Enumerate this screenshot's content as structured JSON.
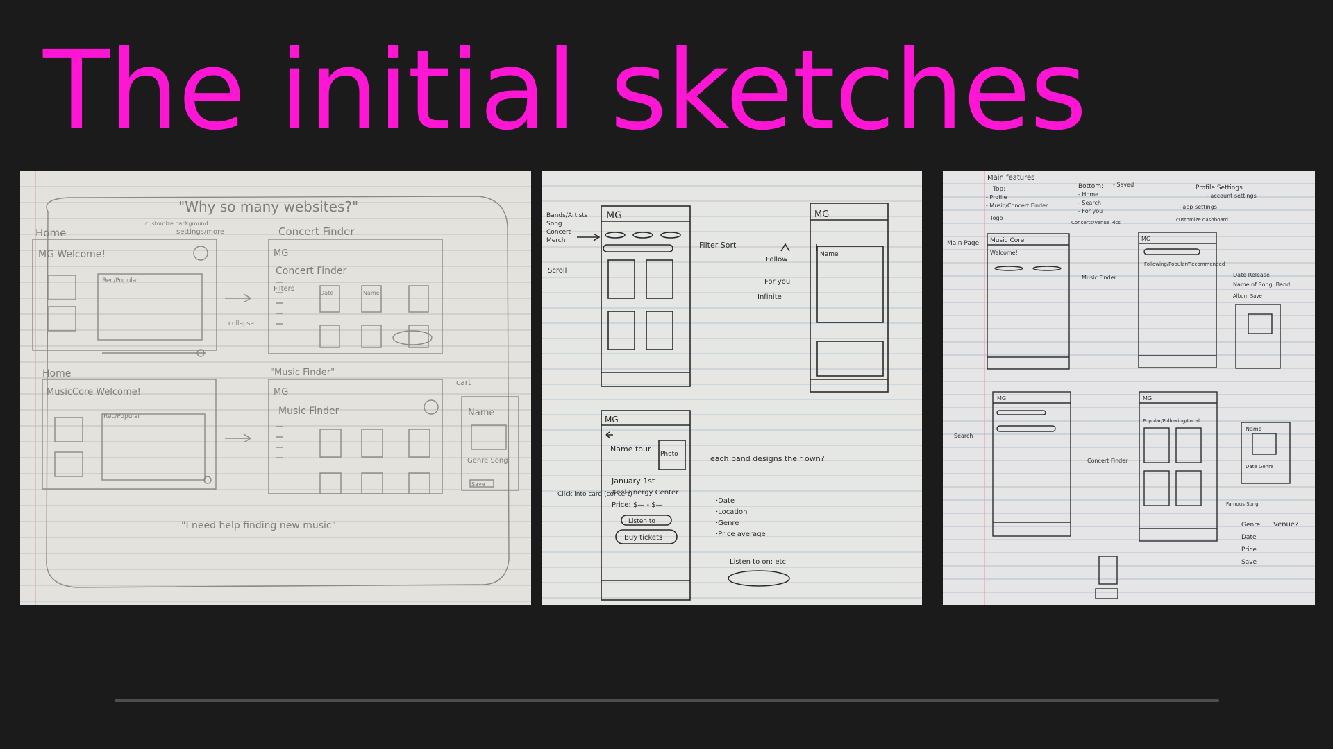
{
  "slide": {
    "title": "The initial sketches",
    "title_color": "#ff16d4",
    "background": "#1b1b1c"
  },
  "sketches": [
    {
      "labels": {
        "quote_top": "\"Why so many websites?\"",
        "custom": "customize background",
        "settings": "settings/more",
        "home_1": "Home",
        "concert_finder": "Concert Finder",
        "mg_welcome": "MG Welcome!",
        "search_bar": "Rec/Popular",
        "mg_1": "MG",
        "concert_finder_inner": "Concert Finder",
        "filters": "Filters",
        "collapse": "collapse",
        "venue": "Date",
        "name": "Name",
        "home_2": "Home",
        "music_finder_quote": "\"Music Finder\"",
        "musiccore_welcome": "MusicCore Welcome!",
        "search_bar_2": "Rec/Popular",
        "mg_2": "MG",
        "music_finder_inner": "Music Finder",
        "cart": "cart",
        "name_card": "Name",
        "genre_song": "Genre Song",
        "save": "Save",
        "quote_bottom": "\"I need help finding new music\""
      }
    },
    {
      "labels": {
        "bands": "Bands/Artists",
        "song": "Song",
        "concert": "Concert",
        "merch": "Merch",
        "mg_top": "MG",
        "filter_sort": "Filter Sort",
        "scroll": "Scroll",
        "follow": "Follow",
        "for_you": "For you",
        "infinite": "Infinite",
        "mg_right": "MG",
        "name_right": "Name",
        "mg_bottom": "MG",
        "name_tour": "Name tour",
        "photo": "Photo",
        "date_line": "January 1st",
        "venue_line": "Xcel Energy Center",
        "price_line": "Price: $— - $—",
        "listen_btn": "Listen to",
        "buy_btn": "Buy tickets",
        "click_into": "Click into card (concert)",
        "each_band": "each band designs their own?",
        "bullet_date": "·Date",
        "bullet_location": "·Location",
        "bullet_genre": "·Genre",
        "bullet_price": "·Price average",
        "listen_on": "Listen to on: etc"
      }
    },
    {
      "labels": {
        "main_features": "Main features",
        "top": "Top:",
        "profile": "- Profile",
        "music_concert": "- Music/Concert Finder",
        "logo": "- logo",
        "bottom": "Bottom:",
        "home": "- Home",
        "search": "- Search",
        "for_you": "- For you",
        "saved": "- Saved",
        "concerts": "Concerts/Venue Pics",
        "profile_settings": "Profile Settings",
        "account_settings": "- account settings",
        "app_settings": "- app settings",
        "customize": "customize dashboard",
        "main_page": "Main Page",
        "music_core": "Music Core",
        "welcome": "Welcome!",
        "music_finder": "Music Finder",
        "mg_1": "MG",
        "following": "Following/Popular/Recommended",
        "date_release": "Date Release",
        "name_of_song": "Name of Song, Band",
        "album_save": "Album Save",
        "search_label": "Search",
        "mg_2": "MG",
        "concert_finder": "Concert Finder",
        "mg_3": "MG",
        "popular": "Popular/Following/Local",
        "name": "Name",
        "date_genre": "Date Genre",
        "famous_song": "Famous Song",
        "genre": "Genre",
        "venue": "Venue?",
        "date": "Date",
        "price": "Price",
        "save": "Save"
      }
    }
  ]
}
